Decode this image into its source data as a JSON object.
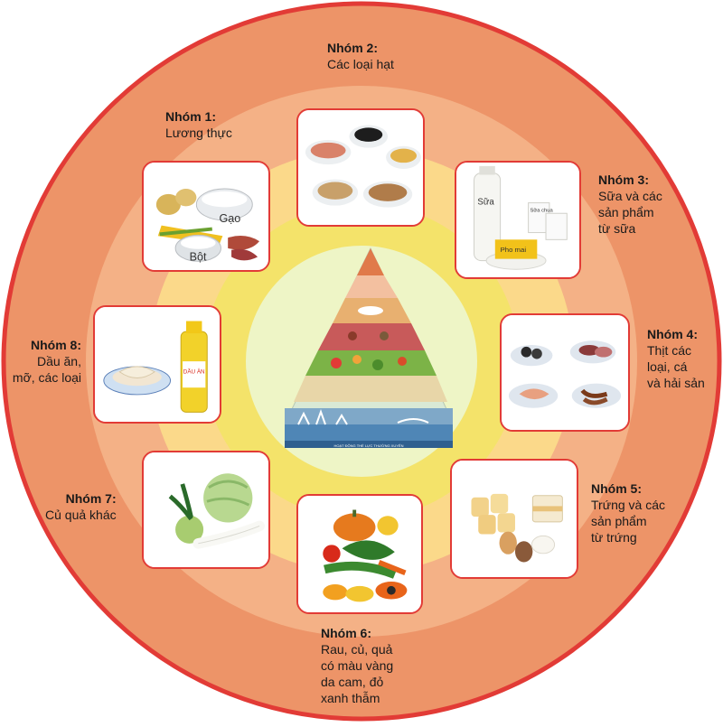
{
  "colors": {
    "outer_ring_border": "#e23b36",
    "outer_ring": "#ed9468",
    "middle_ring": "#f4b186",
    "inner_ring": "#fbd98a",
    "core_ring": "#f4e36a",
    "center_disc": "#eef5c6"
  },
  "groups": [
    {
      "title": "Nhóm 1:",
      "desc": "Lương thực",
      "photo_labels": [
        "Gạo",
        "Bột"
      ]
    },
    {
      "title": "Nhóm 2:",
      "desc": "Các loại hạt",
      "photo_labels": []
    },
    {
      "title": "Nhóm 3:",
      "desc": "Sữa và các\nsản phẩm\ntừ sữa",
      "photo_labels": [
        "Sữa",
        "Sữa chua",
        "Pho mai"
      ]
    },
    {
      "title": "Nhóm 4:",
      "desc": "Thịt các\nloại, cá\nvà hải sản",
      "photo_labels": []
    },
    {
      "title": "Nhóm 5:",
      "desc": "Trứng và các\nsản phẩm\ntừ trứng",
      "photo_labels": []
    },
    {
      "title": "Nhóm 6:",
      "desc": "Rau, củ, quả\ncó màu vàng\nda cam, đỏ\nxanh thẫm",
      "photo_labels": []
    },
    {
      "title": "Nhóm 7:",
      "desc": "Củ quả khác",
      "photo_labels": []
    },
    {
      "title": "Nhóm 8:",
      "desc": "Dầu ăn,\nmỡ, các loại",
      "photo_labels": [
        "DẦU ĂN"
      ]
    }
  ],
  "center": {
    "banner_text": "HOẠT ĐỘNG THỂ LỰC THƯỜNG XUYÊN"
  }
}
